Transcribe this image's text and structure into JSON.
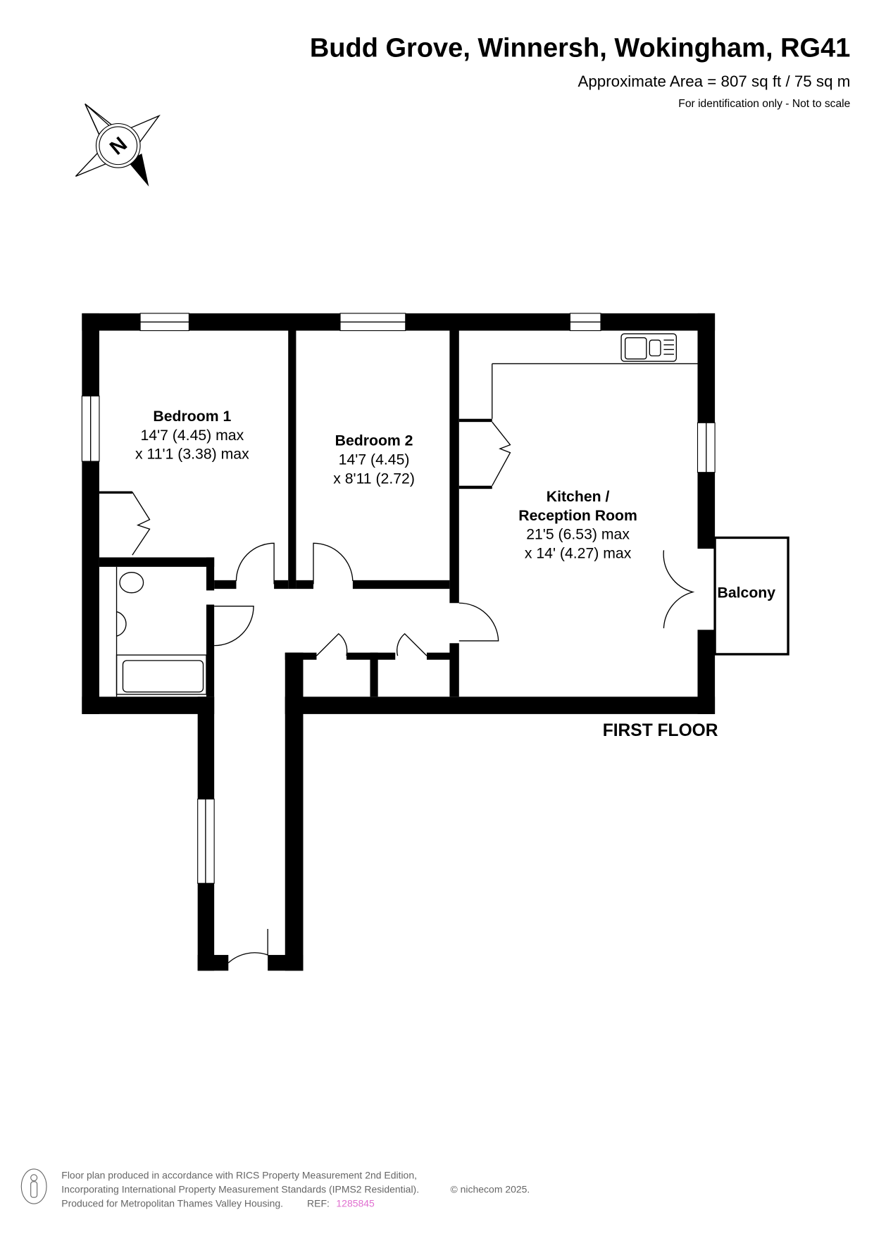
{
  "header": {
    "title": "Budd Grove, Winnersh, Wokingham, RG41",
    "area": "Approximate Area = 807 sq ft / 75 sq m",
    "disclaimer": "For identification only - Not to scale"
  },
  "compass": {
    "letter": "N",
    "icon": "compass-north-icon"
  },
  "rooms": {
    "bedroom1": {
      "name": "Bedroom 1",
      "dim1": "14'7 (4.45) max",
      "dim2": "x 11'1 (3.38) max"
    },
    "bedroom2": {
      "name": "Bedroom 2",
      "dim1": "14'7 (4.45)",
      "dim2": "x 8'11 (2.72)"
    },
    "kitchen": {
      "name1": "Kitchen /",
      "name2": "Reception Room",
      "dim1": "21'5 (6.53) max",
      "dim2": "x 14' (4.27) max"
    },
    "balcony": {
      "name": "Balcony"
    }
  },
  "floor_label": "FIRST FLOOR",
  "footer": {
    "line1": "Floor plan produced in accordance with RICS Property Measurement 2nd Edition,",
    "line2": "Incorporating International Property Measurement Standards (IPMS2 Residential).",
    "copyright": "© nichecom 2025.",
    "line3": "Produced for Metropolitan Thames Valley Housing.",
    "ref_label": "REF:",
    "ref": "1285845",
    "ref_color": "#e070d0"
  }
}
